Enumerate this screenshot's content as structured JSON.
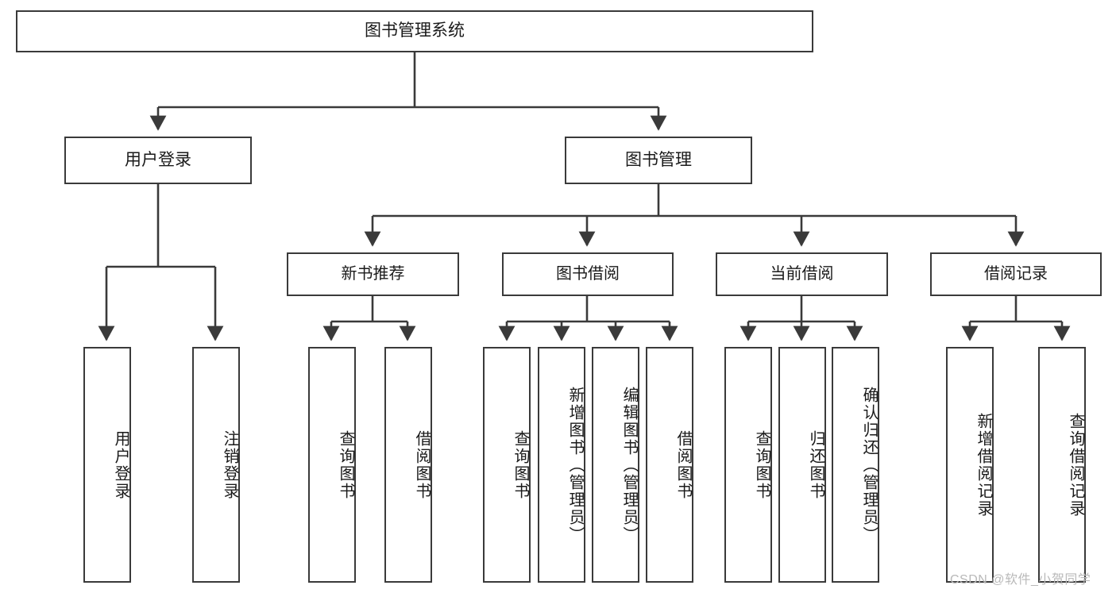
{
  "diagram": {
    "title": "图书管理系统",
    "type": "tree-hierarchy-diagram",
    "watermark": "CSDN @软件_小贺同学",
    "colors": {
      "box_border": "#3a3a3a",
      "box_fill": "#ffffff",
      "connector": "#3a3a3a",
      "text": "#1a1a1a",
      "watermark": "#b9b9b9",
      "background": "#ffffff"
    },
    "nodes": {
      "root": {
        "label": "图书管理系统"
      },
      "level1": [
        {
          "id": "user-login",
          "label": "用户登录"
        },
        {
          "id": "book-management",
          "label": "图书管理"
        }
      ],
      "level2": [
        {
          "id": "new-book-recommend",
          "label": "新书推荐"
        },
        {
          "id": "book-borrow",
          "label": "图书借阅"
        },
        {
          "id": "current-borrow",
          "label": "当前借阅"
        },
        {
          "id": "borrow-record",
          "label": "借阅记录"
        }
      ],
      "leaves": {
        "user-login": [
          {
            "id": "leaf-user-login",
            "label": "用户登录"
          },
          {
            "id": "leaf-logout-login",
            "label": "注销登录"
          }
        ],
        "new-book-recommend": [
          {
            "id": "leaf-query-book-1",
            "label": "查询图书"
          },
          {
            "id": "leaf-borrow-book-1",
            "label": "借阅图书"
          }
        ],
        "book-borrow": [
          {
            "id": "leaf-query-book-2",
            "label": "查询图书"
          },
          {
            "id": "leaf-add-book",
            "label": "新增图书（管理员）"
          },
          {
            "id": "leaf-edit-book",
            "label": "编辑图书（管理员）"
          },
          {
            "id": "leaf-borrow-book-2",
            "label": "借阅图书"
          }
        ],
        "current-borrow": [
          {
            "id": "leaf-query-book-3",
            "label": "查询图书"
          },
          {
            "id": "leaf-return-book",
            "label": "归还图书"
          },
          {
            "id": "leaf-confirm-return",
            "label": "确认归还（管理员）"
          }
        ],
        "borrow-record": [
          {
            "id": "leaf-add-record",
            "label": "新增借阅记录"
          },
          {
            "id": "leaf-query-record",
            "label": "查询借阅记录"
          }
        ]
      }
    }
  }
}
